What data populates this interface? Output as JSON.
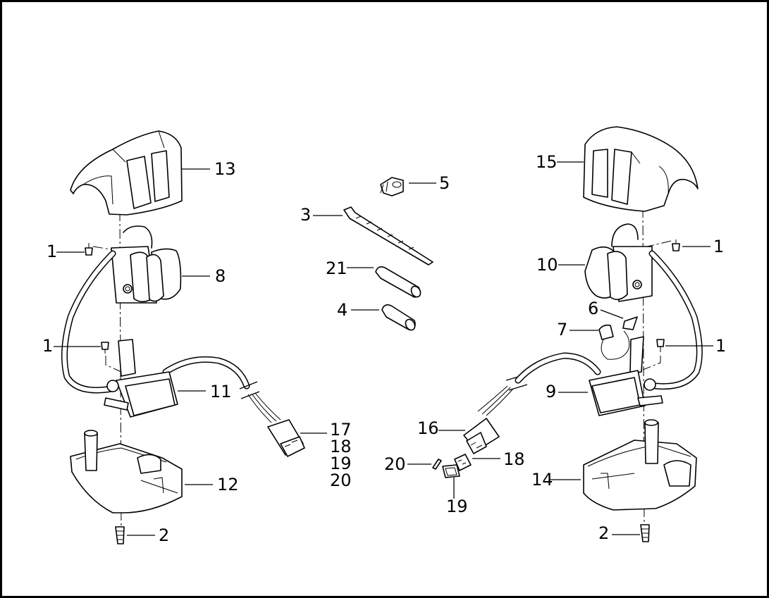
{
  "callouts": [
    {
      "id": "c-13",
      "text": "13"
    },
    {
      "id": "c-1-left-top",
      "text": "1"
    },
    {
      "id": "c-8",
      "text": "8"
    },
    {
      "id": "c-1-left-mid",
      "text": "1"
    },
    {
      "id": "c-11",
      "text": "11"
    },
    {
      "id": "c-12",
      "text": "12"
    },
    {
      "id": "c-2-left",
      "text": "2"
    },
    {
      "id": "c-17",
      "text": "17"
    },
    {
      "id": "c-18-left",
      "text": "18"
    },
    {
      "id": "c-19-left",
      "text": "19"
    },
    {
      "id": "c-20-left",
      "text": "20"
    },
    {
      "id": "c-5",
      "text": "5"
    },
    {
      "id": "c-3",
      "text": "3"
    },
    {
      "id": "c-21",
      "text": "21"
    },
    {
      "id": "c-4",
      "text": "4"
    },
    {
      "id": "c-15",
      "text": "15"
    },
    {
      "id": "c-1-right-top",
      "text": "1"
    },
    {
      "id": "c-10",
      "text": "10"
    },
    {
      "id": "c-6",
      "text": "6"
    },
    {
      "id": "c-7",
      "text": "7"
    },
    {
      "id": "c-1-right-mid",
      "text": "1"
    },
    {
      "id": "c-9",
      "text": "9"
    },
    {
      "id": "c-16",
      "text": "16"
    },
    {
      "id": "c-18-right",
      "text": "18"
    },
    {
      "id": "c-20-right",
      "text": "20"
    },
    {
      "id": "c-19-right",
      "text": "19"
    },
    {
      "id": "c-14",
      "text": "14"
    },
    {
      "id": "c-2-right",
      "text": "2"
    }
  ]
}
